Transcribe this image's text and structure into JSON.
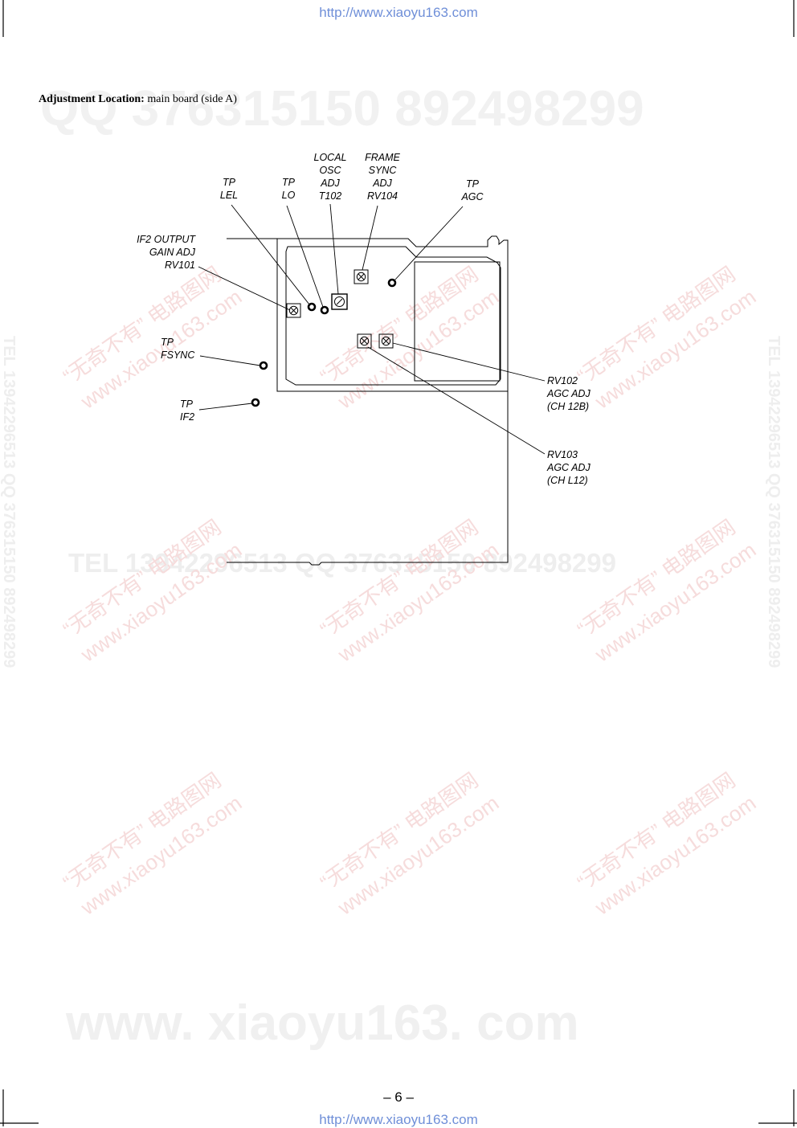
{
  "header_url": "http://www.xiaoyu163.com",
  "footer_url": "http://www.xiaoyu163.com",
  "title": {
    "bold": "Adjustment Location:",
    "rest": " main board (side A)"
  },
  "labels": {
    "tp_lel": "TP\nLEL",
    "tp_lo": "TP\nLO",
    "local_osc": "LOCAL\nOSC\nADJ\nT102",
    "frame_sync": "FRAME\nSYNC\nADJ\nRV104",
    "tp_agc": "TP\nAGC",
    "if2_output": "IF2 OUTPUT\nGAIN ADJ\nRV101",
    "tp_fsync": "TP\nFSYNC",
    "tp_if2": "TP\nIF2",
    "rv102": "RV102\nAGC ADJ\n(CH 12B)",
    "rv103": "RV103\nAGC ADJ\n(CH L12)"
  },
  "page_number": "– 6 –",
  "watermarks": {
    "qq_top": "QQ 376315150   892498299",
    "tel_mid": "TEL 13942296513    QQ 376315150   892498299",
    "bottom": "www. xiaoyu163. com",
    "side": "TEL 13942296513  QQ 376315150  892498299",
    "cn": "“无奇不有” 电路图网",
    "site": "www.xiaoyu163.com"
  },
  "colors": {
    "url": "#6f8fd8",
    "watermark_gray": "#f1f1f1",
    "watermark_red": "#f6dcdc",
    "line": "#000000"
  }
}
